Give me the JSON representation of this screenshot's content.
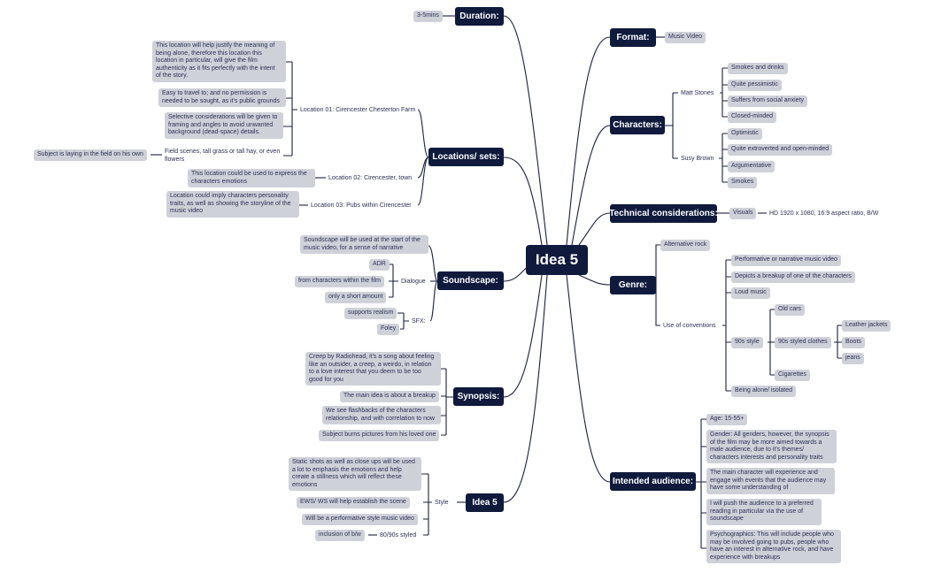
{
  "root": "Idea 5",
  "left": {
    "duration": {
      "label": "Duration:",
      "value": "3-5mins"
    },
    "locations": {
      "label": "Locations/ sets:",
      "loc1": "Location 01: Cirencester Chesterton Farm",
      "loc1_notes": [
        "This location will help justify the meaning of\nbeing alone, therefore this location this\nlocation in particular, will give the film\nauthenticity as it fits perfectly with the intent\nof the story.",
        "Easy to travel to; and no permission is\nneeded to be sought, as it's public grounds",
        "Selective considerations will be given to\nframing and angles to avoid unwanted\nbackground (dead-space) details.",
        "Field scenes, tall grass or tall hay, or even\nflowers"
      ],
      "subject": "Subject is laying in the field on his own",
      "loc2": "Location 02: Cirencester, town",
      "loc2_note": "This location could be used to express the\ncharacters emotions",
      "loc3": "Location 03: Pubs within Cirencester",
      "loc3_note": "Location could imply characters personality\ntraits, as well as showing the storyline of the\nmusic video"
    },
    "soundscape": {
      "label": "Soundscape:",
      "note": "Soundscape will be used at the start of the\nmusic video, for a sense of narrative",
      "dialogue": "Dialogue",
      "dialogue_items": [
        "ADR",
        "from characters within the film",
        "only a short amount"
      ],
      "sfx": "SFX:",
      "sfx_items": [
        "supports realism",
        "Foley"
      ]
    },
    "synopsis": {
      "label": "Synopsis:",
      "items": [
        "Creep by Radiohead, it's a song about feeling\nlike an outsider, a creep, a weirdo, in relation\nto a love interest that you deem to be too\ngood for you",
        "The main idea is about a breakup",
        "We see flashbacks of the characters\nrelationship, and with correlation to now",
        "Subject burns pictures from his loved one"
      ]
    },
    "idea5": {
      "label": "Idea 5",
      "style": "Style",
      "style_items": [
        "Static shots as well as close ups will be used\na lot to emphasis the emotions and help\ncreate a stillness which will reflect these\nemotions",
        "EWS/ WS will help establish the scene",
        "Will be a performative style music video"
      ],
      "styled": "80/90s styled",
      "bw": "inclusion of b/w"
    }
  },
  "right": {
    "format": {
      "label": "Format:",
      "value": "Music Video"
    },
    "characters": {
      "label": "Characters:",
      "matt": "Matt Stones",
      "matt_traits": [
        "Smokes and drinks",
        "Quite pessimistic",
        "Suffers from social anxiety",
        "Closed-minded"
      ],
      "susy": "Susy Brown",
      "susy_traits": [
        "Optimistic",
        "Quite extroverted and open-minded",
        "Argumentative",
        "Smokes"
      ]
    },
    "technical": {
      "label": "Technical considerations:",
      "visuals": "Visuals",
      "spec": "HD 1920 x 1080, 16:9 aspect ratio, B/W"
    },
    "genre": {
      "label": "Genre:",
      "alt": "Alternative rock",
      "conventions": "Use of conventions",
      "conv_items": [
        "Performative or narrative music video",
        "Depicts a breakup of one of the characters",
        "Loud music"
      ],
      "nineties": "90s style",
      "nineties_items": [
        "Old cars",
        "90s styled clothes",
        "Cigarettes"
      ],
      "clothes": [
        "Leather jackets",
        "Boots",
        "jeans"
      ],
      "isolated": "Being alone/ isolated"
    },
    "audience": {
      "label": "Intended audience:",
      "items": [
        "Age: 15-55+",
        "Gender: All genders, however, the synopsis\nof the film may be more aimed towards a\nmale audience, due to it's themes/\ncharacters interests and personality traits",
        "The main character will experience and\nengage with events that the audience may\nhave some understanding of",
        "I will push the audience to a preferred\nreading in particular via the use of\nsoundscape",
        "Psychographics: This will include people who\nmay be involved going to pubs, people who\nhave an interest in alternative rock, and have\nexperience with breakups"
      ]
    }
  }
}
